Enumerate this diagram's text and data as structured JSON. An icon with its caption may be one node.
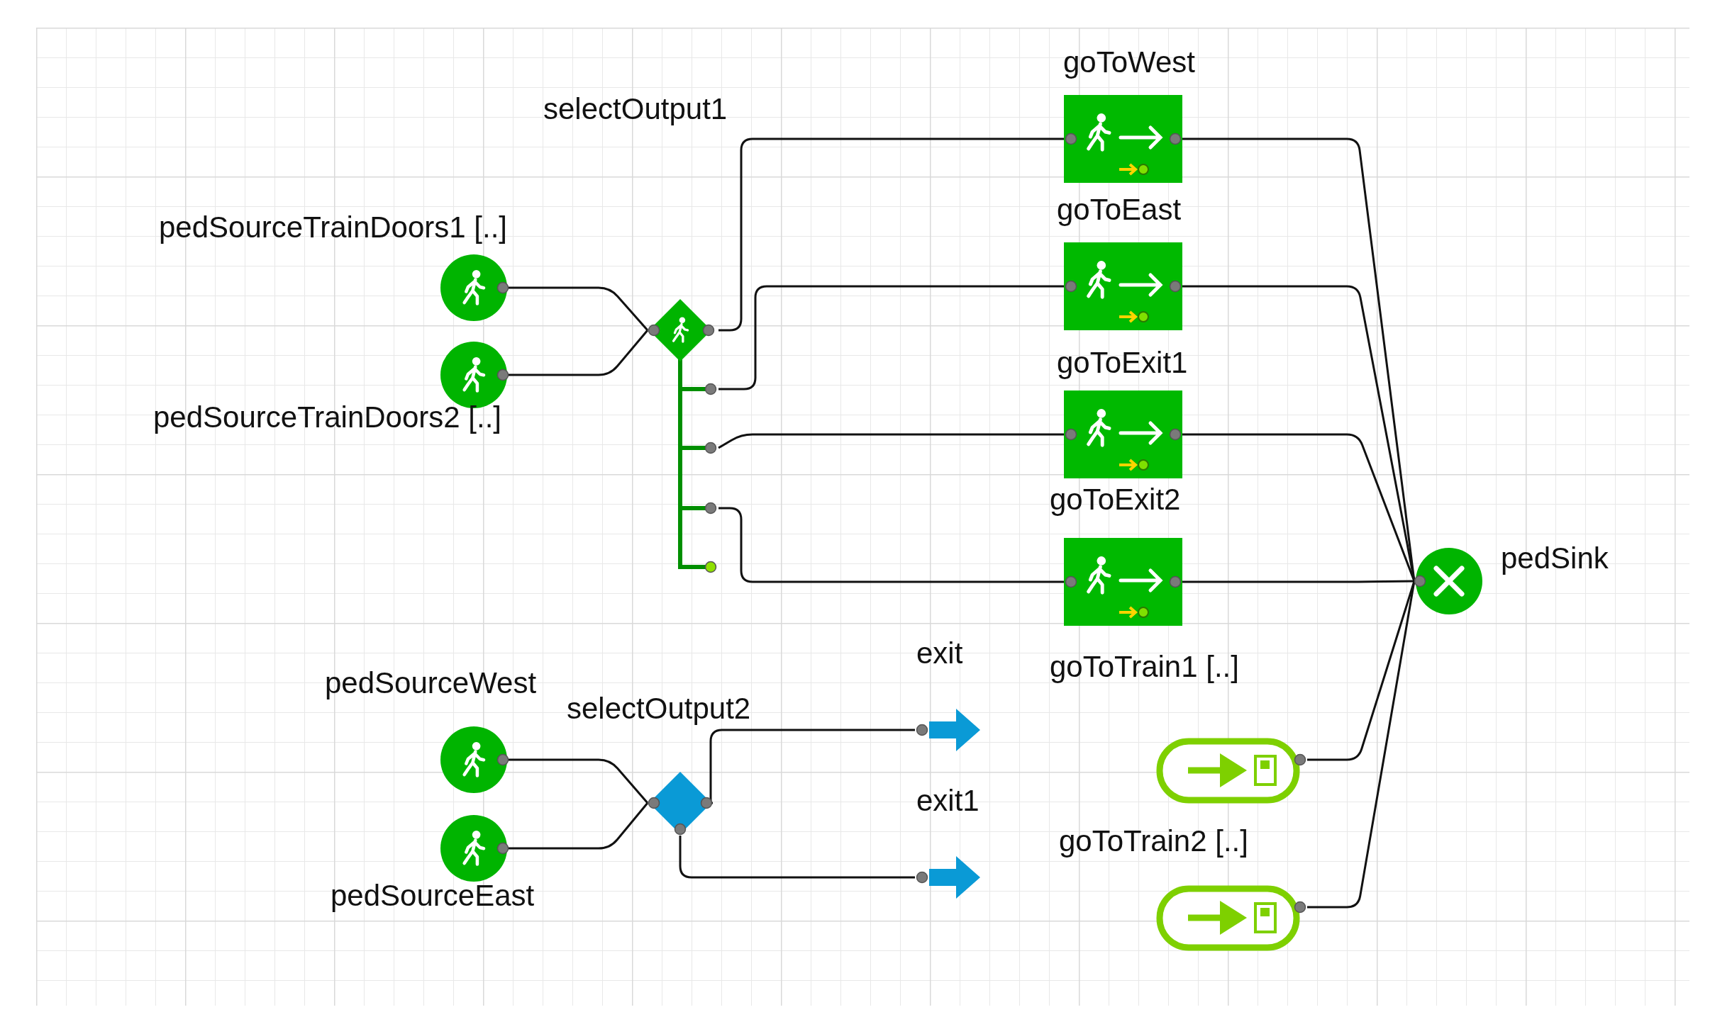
{
  "diagram": {
    "nodes": [
      {
        "text": [
          "pedSourceTrainDoors1 [..]"
        ]
      },
      {
        "text": [
          "pedSourceTrainDoors2 [..]"
        ]
      },
      {
        "text": [
          "selectOutput1"
        ]
      },
      {
        "text": [
          "goToWest"
        ]
      },
      {
        "text": [
          "goToEast"
        ]
      },
      {
        "text": [
          "goToExit1"
        ]
      },
      {
        "text": [
          "goToExit2"
        ]
      },
      {
        "text": [
          "pedSink"
        ]
      },
      {
        "text": [
          "pedSourceWest"
        ]
      },
      {
        "text": [
          "selectOutput2"
        ]
      },
      {
        "text": [
          "pedSourceEast"
        ]
      },
      {
        "text": [
          "exit"
        ]
      },
      {
        "text": [
          "exit1"
        ]
      },
      {
        "text": [
          "goToTrain1 [..]"
        ]
      },
      {
        "text": [
          "goToTrain2 [..]"
        ]
      }
    ],
    "edges": [
      {
        "from": 0,
        "to": 2,
        "arrow": "none"
      },
      {
        "from": 1,
        "to": 2,
        "arrow": "none"
      },
      {
        "from": 2,
        "to": 3,
        "arrow": "none"
      },
      {
        "from": 2,
        "to": 4,
        "arrow": "none"
      },
      {
        "from": 2,
        "to": 5,
        "arrow": "none"
      },
      {
        "from": 2,
        "to": 6,
        "arrow": "none"
      },
      {
        "from": 3,
        "to": 7,
        "arrow": "none"
      },
      {
        "from": 4,
        "to": 7,
        "arrow": "none"
      },
      {
        "from": 5,
        "to": 7,
        "arrow": "none"
      },
      {
        "from": 6,
        "to": 7,
        "arrow": "none"
      },
      {
        "from": 13,
        "to": 7,
        "arrow": "none"
      },
      {
        "from": 14,
        "to": 7,
        "arrow": "none"
      },
      {
        "from": 8,
        "to": 9,
        "arrow": "none"
      },
      {
        "from": 10,
        "to": 9,
        "arrow": "none"
      },
      {
        "from": 9,
        "to": 11,
        "arrow": "none"
      },
      {
        "from": 9,
        "to": 12,
        "arrow": "none"
      }
    ]
  }
}
